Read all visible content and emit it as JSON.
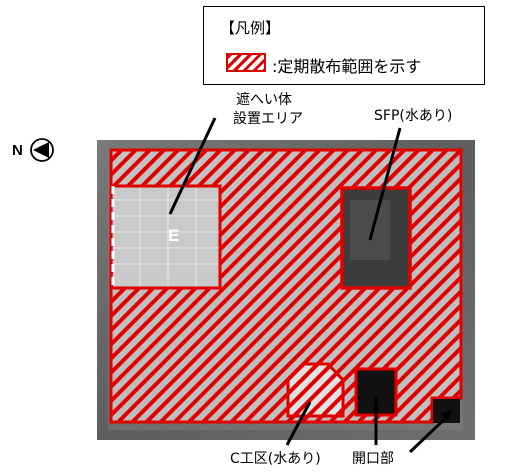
{
  "legend": {
    "title": "【凡例】",
    "item_label": ":定期散布範囲を示す",
    "hatch_color": "#e00000"
  },
  "north": {
    "letter": "N",
    "icon": "north-arrow-icon"
  },
  "labels": {
    "shield_area_line1": "遮へい体",
    "shield_area_line2": "設置エリア",
    "sfp": "SFP(水あり)",
    "c_area": "C工区(水あり)",
    "opening": "開口部",
    "e_marker": "E"
  },
  "colors": {
    "region_outline": "#e00000",
    "photo_bg": "#6e6e6e"
  }
}
